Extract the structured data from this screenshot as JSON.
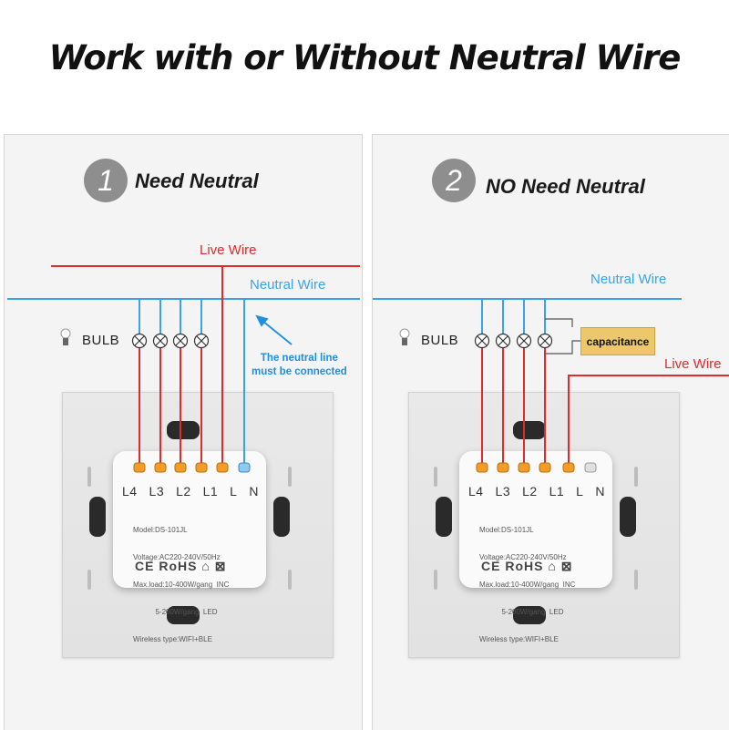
{
  "title": "Work with or Without Neutral Wire",
  "panels": [
    {
      "number": "1",
      "heading": "Need Neutral",
      "live_label": "Live Wire",
      "neutral_label": "Neutral Wire",
      "bulb_label": "BULB",
      "note": [
        "The neutral line",
        "must be connected"
      ],
      "terminals": [
        "L4",
        "L3",
        "L2",
        "L1",
        "L",
        "N"
      ]
    },
    {
      "number": "2",
      "heading": "NO Need Neutral",
      "live_label": "Live Wire",
      "neutral_label": "Neutral Wire",
      "bulb_label": "BULB",
      "capacitance_label": "capacitance",
      "terminals": [
        "L4",
        "L3",
        "L2",
        "L1",
        "L",
        "N"
      ]
    }
  ],
  "module_spec": [
    "Model:DS-101JL",
    "Voltage:AC220-240V/50Hz",
    "Max.load:10-400W/gang  INC",
    "           5-200W/gang  LED",
    "Wireless type:WIFI+BLE"
  ],
  "cert_marks": "CE RoHS",
  "colors": {
    "live": "#e02b2b",
    "neutral": "#3aa3e8",
    "number_bg": "#8e8e8e",
    "capacitance": "#ecc86b"
  },
  "icons": [
    "bulb-icon",
    "lamp-x-icon",
    "house-icon",
    "wheelie-bin-icon",
    "arrow-icon"
  ]
}
